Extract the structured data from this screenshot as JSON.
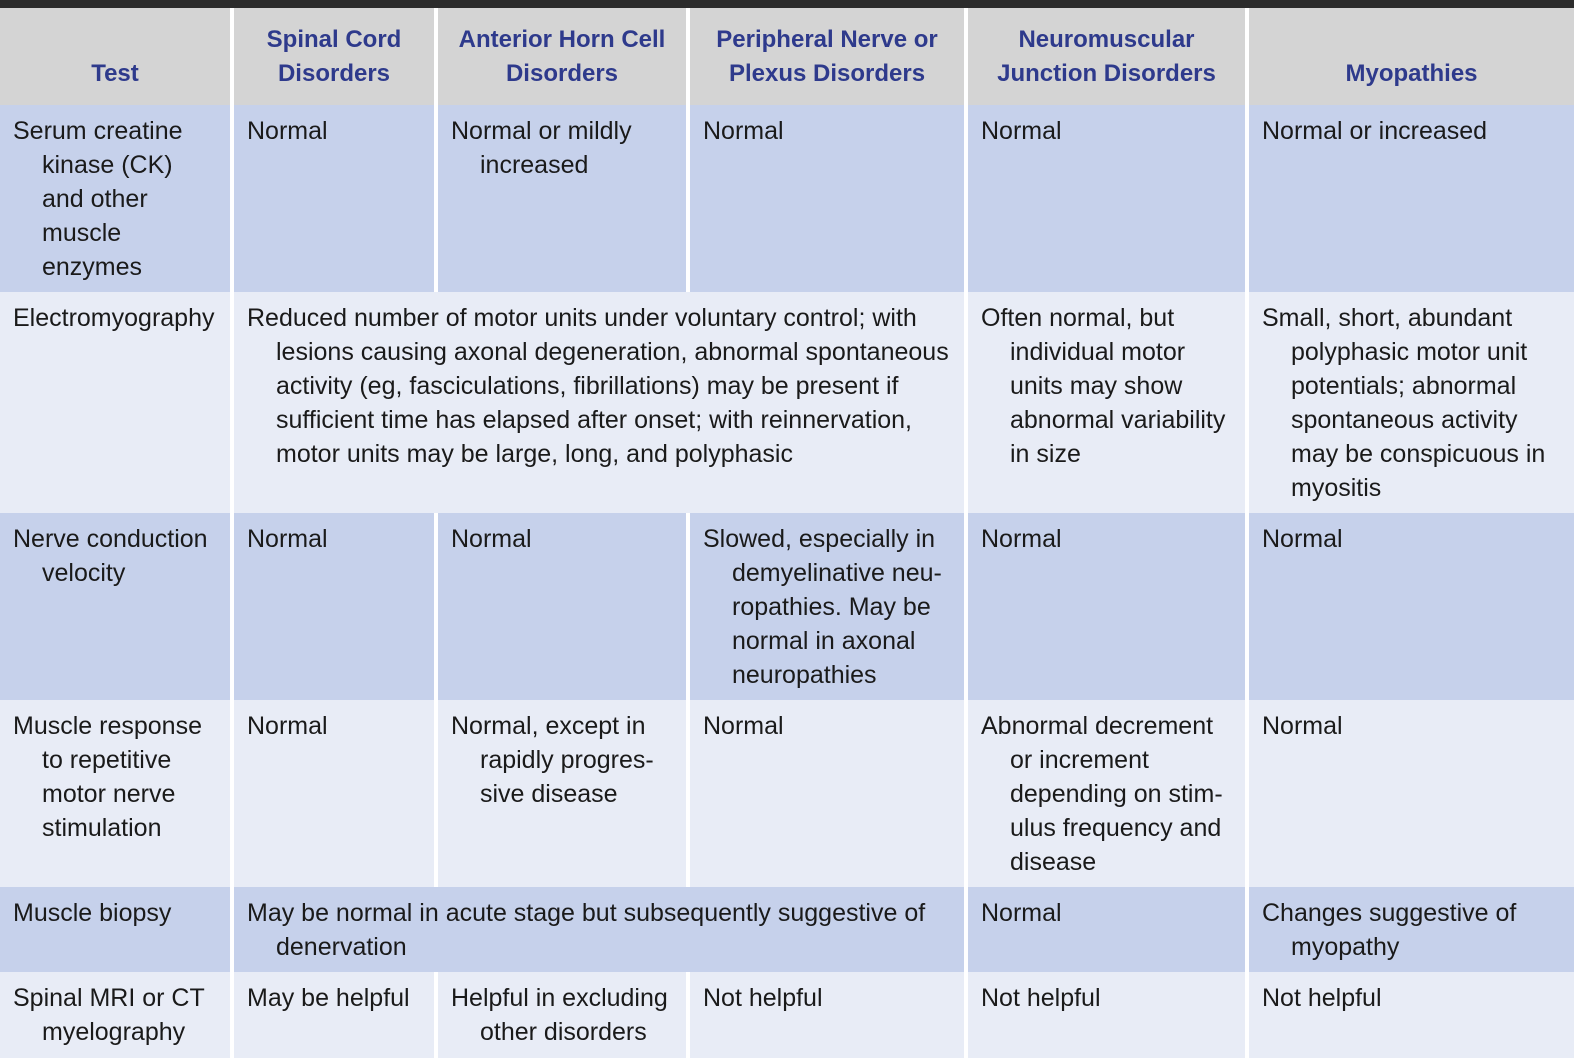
{
  "header": {
    "test": "Test",
    "spinal_cord": "Spinal Cord Disorders",
    "anterior_horn": "Anterior Horn Cell Disorders",
    "peripheral_nerve": "Peripheral Nerve or Plexus Disorders",
    "nmj": "Neuromuscular Junction Disorders",
    "myopathies": "Myopathies"
  },
  "rows": [
    {
      "test": "Serum creatine kinase (CK) and other muscle enzymes",
      "spinal_cord": "Normal",
      "anterior_horn": "Normal or mildly increased",
      "peripheral_nerve": "Normal",
      "nmj": "Normal",
      "myopathies": "Normal or increased"
    },
    {
      "test": "Electromyography",
      "spinal_to_peripheral": "Reduced number of motor units under voluntary control; with lesions causing axonal degeneration, abnormal spontaneous activity (eg, fasciculations, fibrillations) may be present if sufficient time has elapsed after onset; with reinnervation, motor units may be large, long, and polyphasic",
      "nmj": "Often normal, but individual motor units may show abnormal variability in size",
      "myopathies": "Small, short, abundant polyphasic motor unit potentials; abnormal spontaneous activity may be conspicuous in myositis"
    },
    {
      "test": "Nerve conduction velocity",
      "spinal_cord": "Normal",
      "anterior_horn": "Normal",
      "peripheral_nerve": "Slowed, especially in demyelinative neu­ropathies. May be normal in axonal neuropathies",
      "nmj": "Normal",
      "myopathies": "Normal"
    },
    {
      "test": "Muscle response to repetitive motor nerve stimulation",
      "spinal_cord": "Normal",
      "anterior_horn": "Normal, except in rapidly progres­sive disease",
      "peripheral_nerve": "Normal",
      "nmj": "Abnormal decrement or increment depending on stim­ulus frequency and disease",
      "myopathies": "Normal"
    },
    {
      "test": "Muscle biopsy",
      "spinal_to_peripheral": "May be normal in acute stage but subsequently suggestive of denervation",
      "nmj": "Normal",
      "myopathies": "Changes suggestive of myopathy"
    },
    {
      "test": "Spinal MRI or CT myelography",
      "spinal_cord": "May be helpful",
      "anterior_horn": "Helpful in excluding other disorders",
      "peripheral_nerve": "Not helpful",
      "nmj": "Not helpful",
      "myopathies": "Not helpful"
    }
  ],
  "colors": {
    "header_bg": "#d4d4d4",
    "header_text": "#2e3a8c",
    "row_shade": "#c6d1eb",
    "row_light": "#e8ecf6",
    "rule": "#2b2b2b"
  }
}
